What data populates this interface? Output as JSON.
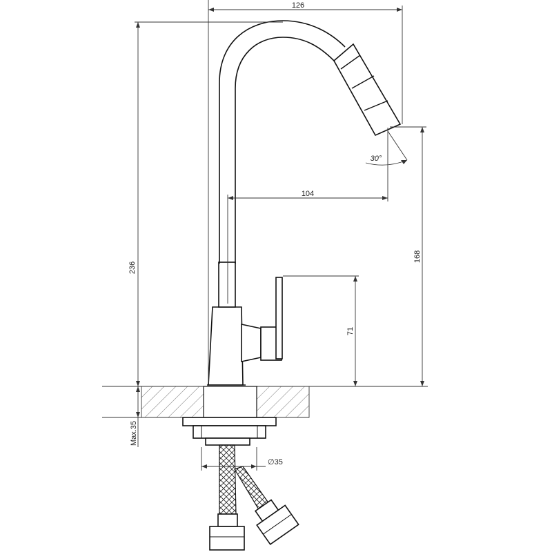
{
  "dimensions": {
    "total_width": "126",
    "spout_reach": "104",
    "total_height": "236",
    "spout_outlet_height": "168",
    "handle_height": "71",
    "max_counter_thickness": "Max.35",
    "hole_diameter": "∅35",
    "swivel_angle": "30°"
  },
  "colors": {
    "line": "#111111",
    "dimension": "#333333",
    "background": "#ffffff"
  }
}
